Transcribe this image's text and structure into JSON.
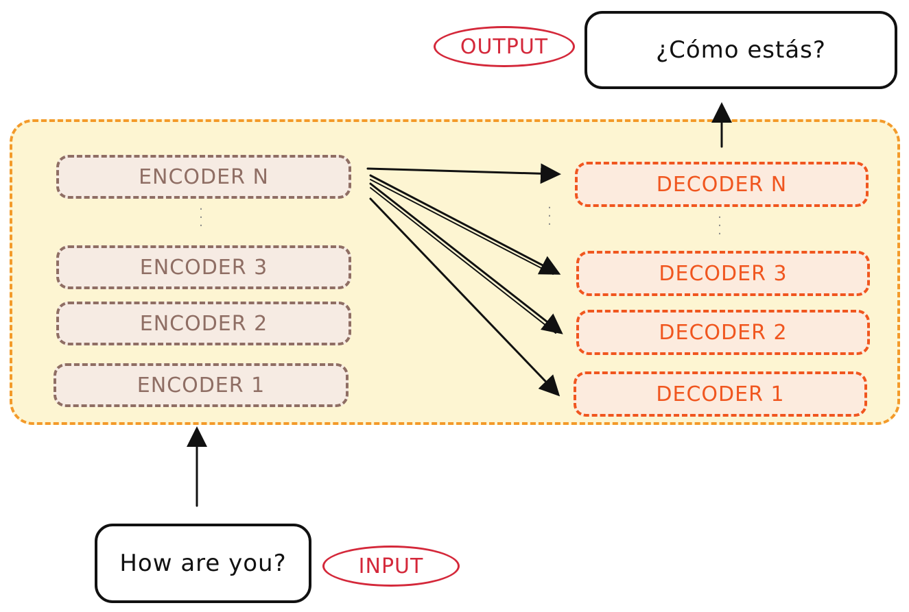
{
  "output": {
    "tag": "OUTPUT",
    "text": "¿Cómo estás?"
  },
  "input": {
    "tag": "INPUT",
    "text": "How are you?"
  },
  "encoders": [
    "ENCODER N",
    "ENCODER 3",
    "ENCODER 2",
    "ENCODER 1"
  ],
  "decoders": [
    "DECODER N",
    "DECODER 3",
    "DECODER 2",
    "DECODER 1"
  ],
  "colors": {
    "container_border": "#f39a2a",
    "container_fill": "#fdf5d2",
    "encoder": "#8f6e64",
    "decoder": "#f0561f",
    "tag": "#d4283a"
  }
}
